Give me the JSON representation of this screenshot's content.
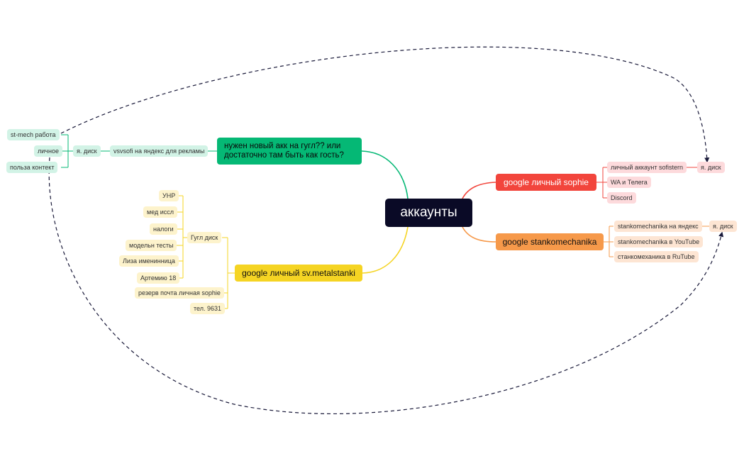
{
  "root": {
    "label": "аккаунты"
  },
  "colors": {
    "green": "#05b875",
    "red": "#f2453c",
    "orange": "#f6994a",
    "yellow": "#f5d423",
    "dark": "#0a0a26"
  },
  "branches": {
    "green": {
      "label": "нужен новый акк на гугл?? или достаточно там быть как гость?",
      "child": "vsvsofi на яндекс для рекламы",
      "grandchild": "я. диск",
      "leaves": [
        "st-mech  работа",
        "личное",
        "польза контект"
      ]
    },
    "red": {
      "label": "google личный sophie",
      "children": [
        "личный аккаунт sofistern",
        "WA и Телега",
        "Discord"
      ],
      "tail": "я. диск"
    },
    "orange": {
      "label": "google stankomechanika",
      "children": [
        "stankomechanika на яндекс",
        "stankomechanika в YouTube",
        "станкомеханика в RuTube"
      ],
      "tail": "я. диск"
    },
    "yellow": {
      "label": "google личный sv.metalstanki",
      "drive": "Гугл диск",
      "drive_items": [
        "УНР",
        "мед иссл",
        "налоги",
        "модельн тесты",
        "Лиза именинница",
        "Артемию 18"
      ],
      "others": [
        "резерв почта личная sophie",
        "тел. 9631"
      ]
    }
  }
}
